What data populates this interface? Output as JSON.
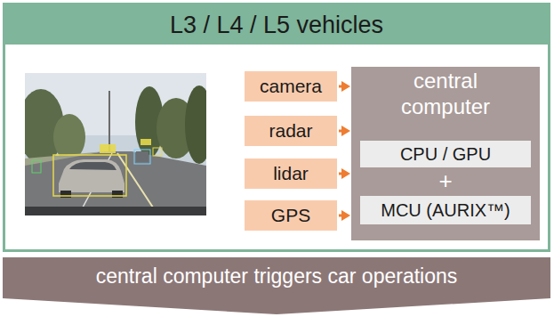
{
  "diagram": {
    "nodes": [
      {
        "text": [
          "L3 / L4 / L5 vehicles"
        ]
      },
      {
        "text": [
          "camera"
        ],
        "in": 0
      },
      {
        "text": [
          "radar"
        ],
        "in": 0
      },
      {
        "text": [
          "lidar"
        ],
        "in": 0
      },
      {
        "text": [
          "GPS"
        ],
        "in": 0
      },
      {
        "text": [
          "central computer"
        ],
        "in": 0
      },
      {
        "text": [
          "CPU / GPU"
        ],
        "in": 5
      },
      {
        "text": [
          "MCU (AURIX™)"
        ],
        "in": 5
      },
      {
        "text": [
          "central computer triggers car operations"
        ]
      }
    ],
    "edges": [
      {
        "from": 1,
        "to": 5,
        "arrow": "to"
      },
      {
        "from": 2,
        "to": 5,
        "arrow": "to"
      },
      {
        "from": 3,
        "to": 5,
        "arrow": "to"
      },
      {
        "from": 4,
        "to": 5,
        "arrow": "to"
      }
    ],
    "labels": [
      "+"
    ]
  }
}
